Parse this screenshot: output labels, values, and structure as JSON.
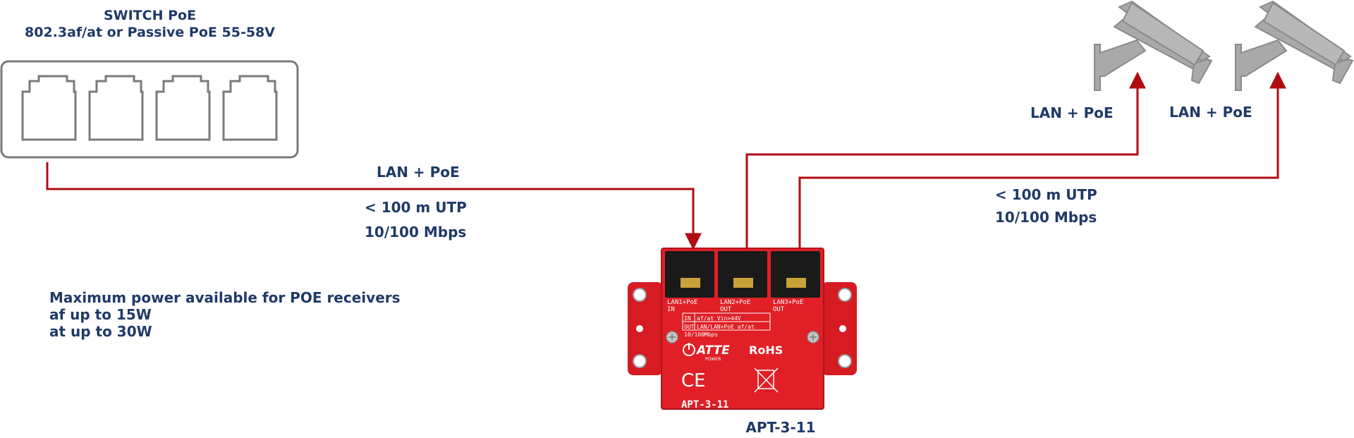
{
  "switch": {
    "title": "SWITCH PoE",
    "subtitle": "802.3af/at or Passive PoE 55-58V",
    "ports": [
      "port-1",
      "port-2",
      "port-3",
      "port-4"
    ]
  },
  "left_link": {
    "label": "LAN + PoE",
    "distance": "< 100 m UTP",
    "speed": "10/100 Mbps"
  },
  "right_link": {
    "distance": "< 100 m UTP",
    "speed": "10/100 Mbps"
  },
  "cameras": [
    {
      "label": "LAN + PoE"
    },
    {
      "label": "LAN + PoE"
    }
  ],
  "power_note": {
    "line1": "Maximum power available for POE receivers",
    "line2": "af up to 15W",
    "line3": "at up to 30W"
  },
  "device": {
    "caption": "APT-3-11",
    "port1": "LAN1+PoE",
    "port1_dir": "IN",
    "port2": "LAN2+PoE",
    "port2_dir": "OUT",
    "port3": "LAN3+PoE",
    "port3_dir": "OUT",
    "spec_in_label": "IN",
    "spec_in_value": "af/at Vin>44V",
    "spec_out_label": "OUT",
    "spec_out_value": "LAN/LAN+PoE af/at",
    "spec_speed": "10/100Mbps",
    "brand": "ATTE",
    "brand_sub": "POWER",
    "rohs": "RoHS",
    "ce": "CE",
    "model_print": "APT-3-11"
  },
  "colors": {
    "line": "#b00d12",
    "text": "#1f3a68",
    "board": "#e01f26",
    "switch_outline": "#7a7a7a",
    "camera": "#a9a9a9"
  }
}
